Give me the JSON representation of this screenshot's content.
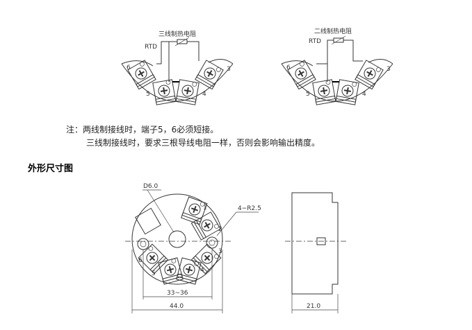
{
  "wiring": {
    "three_wire": {
      "title": "三线制热电阻",
      "rtd": "RTD",
      "terminals": [
        "6",
        "5",
        "4",
        "3"
      ]
    },
    "two_wire": {
      "title": "二线制热电阻",
      "rtd": "RTD",
      "terminals": [
        "6",
        "5",
        "4",
        "3"
      ]
    }
  },
  "notes": {
    "prefix": "注：",
    "line1": "两线制接线时，端子5，6必须短接。",
    "line2": "三线制接线时，要求三根导线电阻一样，否则会影响输出精度。"
  },
  "dimensions": {
    "heading": "外形尺寸图",
    "hole": "D6.0",
    "radius": "4−R2.5",
    "inner_span": "33~36",
    "diameter": "44.0",
    "depth": "21.0",
    "terminals": [
      "1",
      "2",
      "3",
      "4",
      "5",
      "6"
    ]
  }
}
